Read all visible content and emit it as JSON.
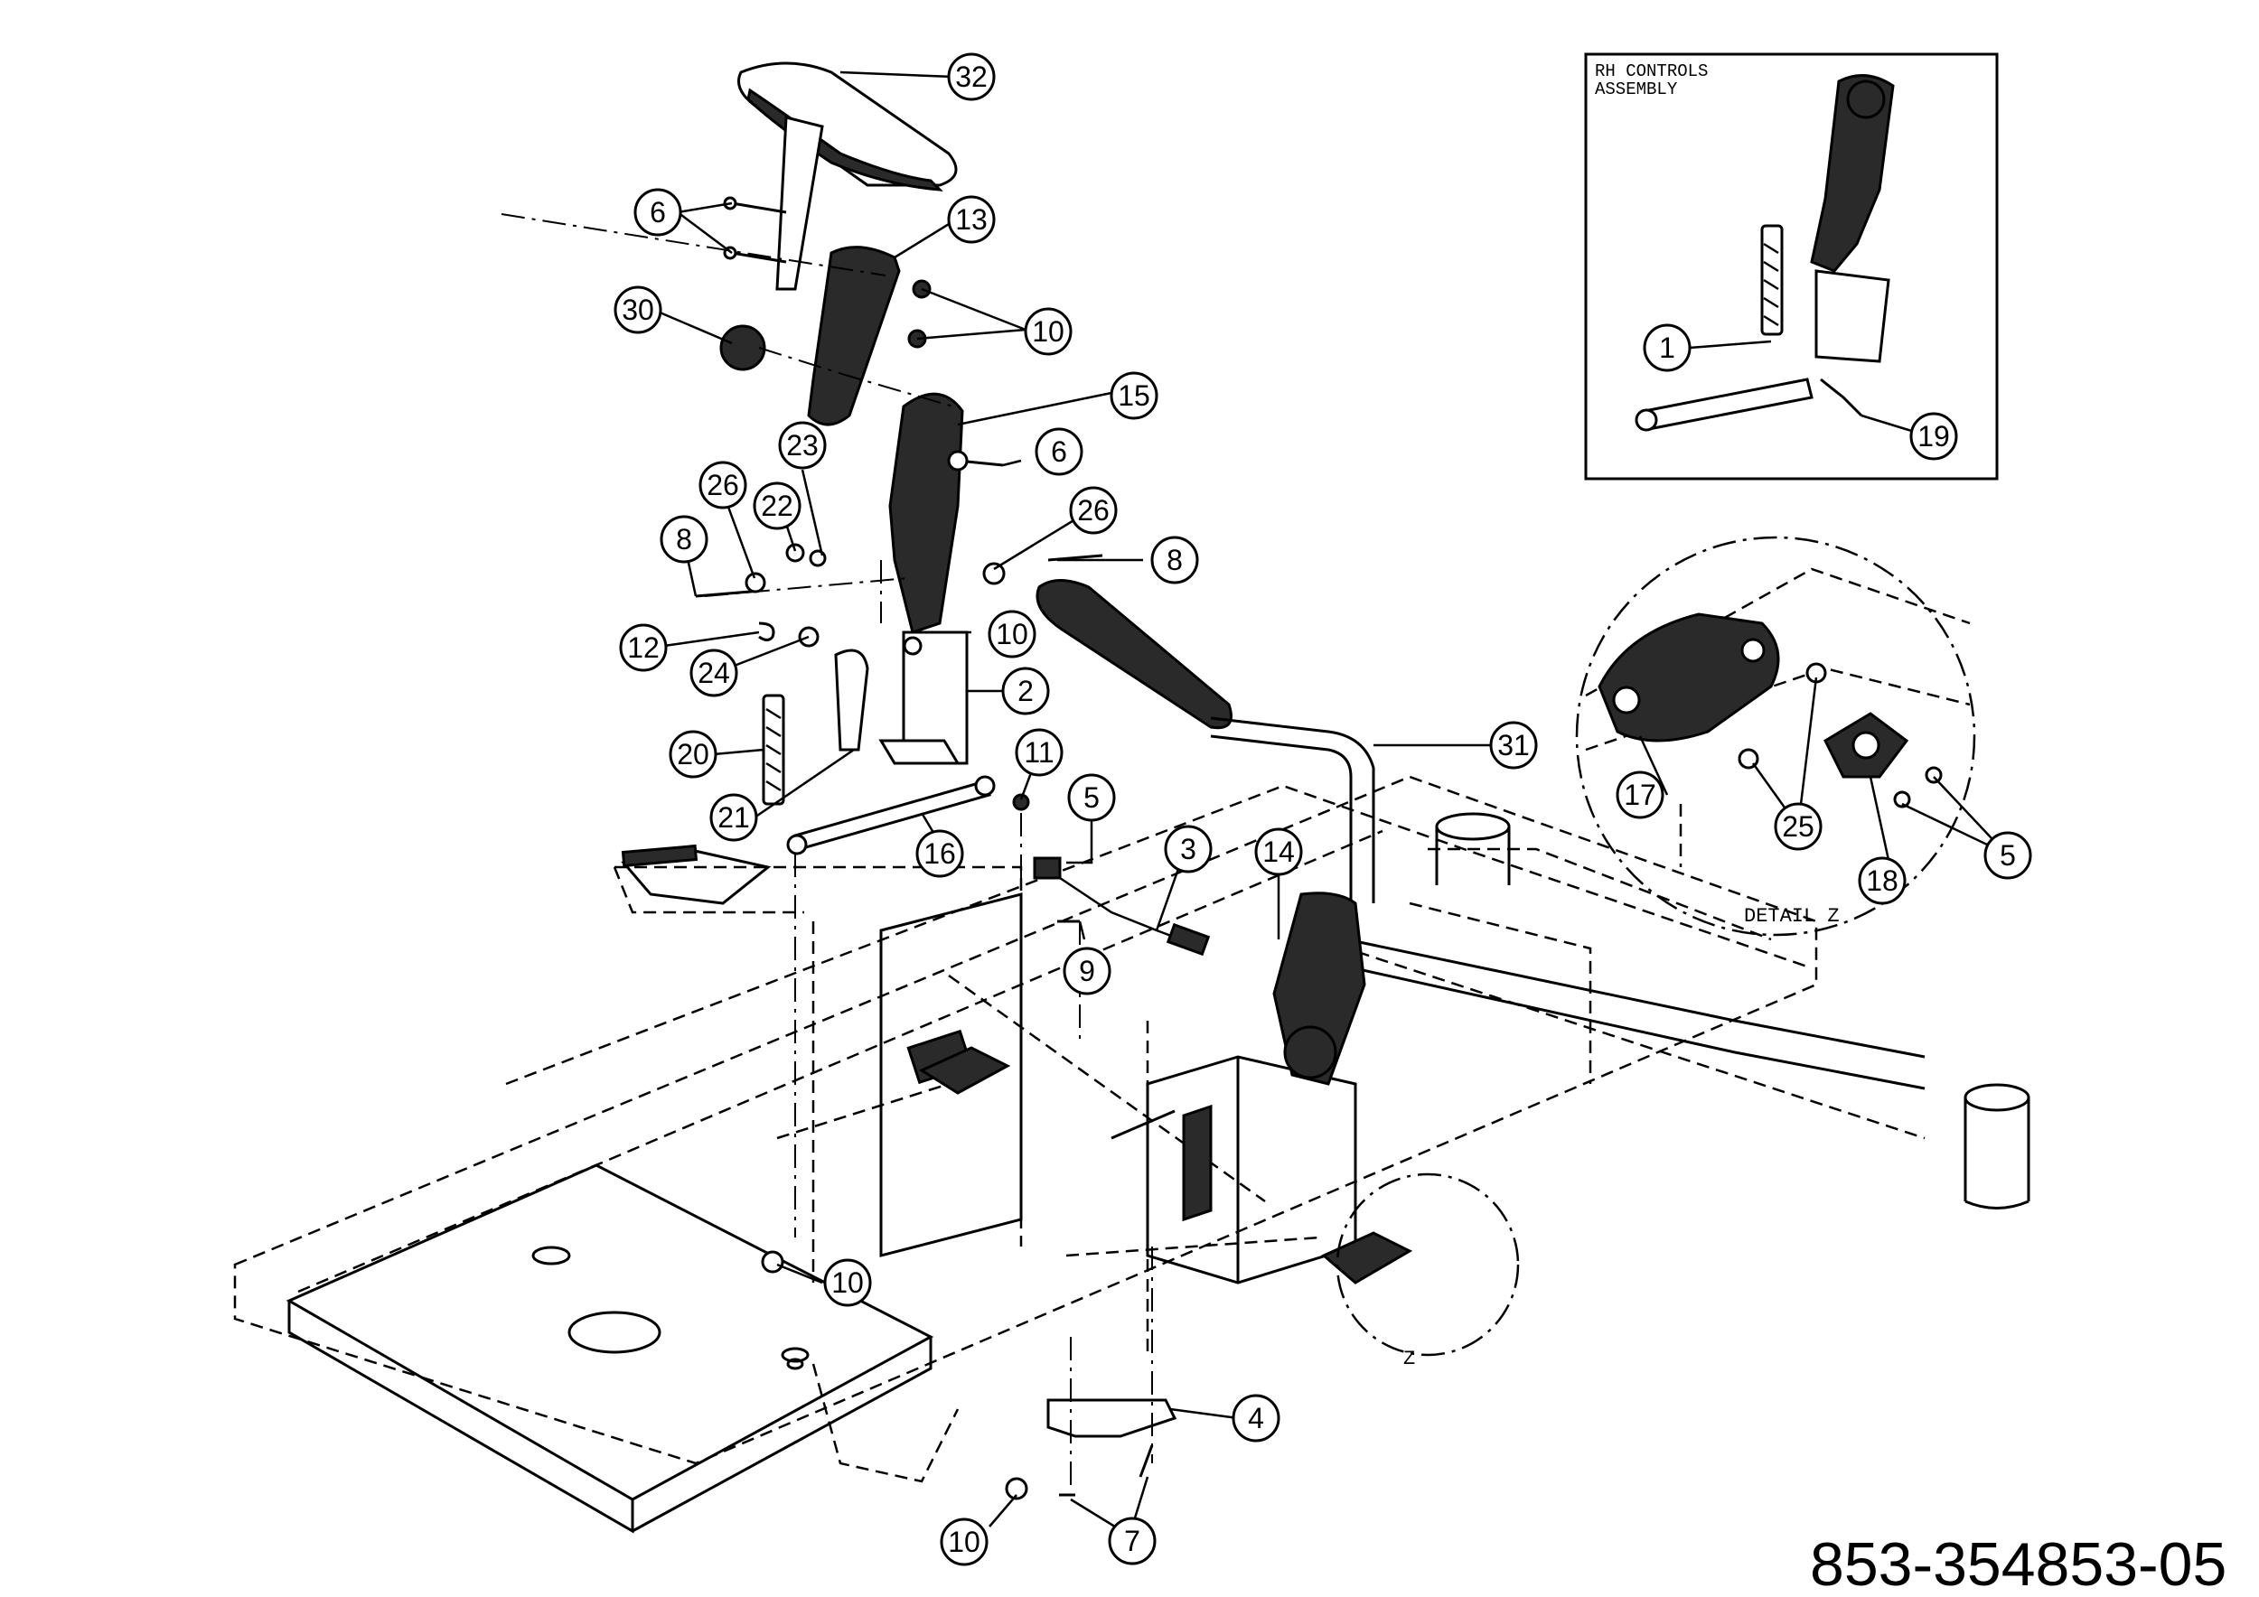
{
  "inset": {
    "title_line1": "RH CONTROLS",
    "title_line2": "ASSEMBLY"
  },
  "detail": {
    "label": "DETAIL Z",
    "view_marker": "Z"
  },
  "document_number": "853-354853-05",
  "callouts": {
    "c32": "32",
    "c6a": "6",
    "c13": "13",
    "c10a": "10",
    "c30": "30",
    "c15": "15",
    "c23": "23",
    "c6b": "6",
    "c26a": "26",
    "c22": "22",
    "c26b": "26",
    "c8a": "8",
    "c8b": "8",
    "c12": "12",
    "c10b": "10",
    "c24": "24",
    "c2": "2",
    "c20": "20",
    "c11": "11",
    "c21": "21",
    "c5a": "5",
    "c3": "3",
    "c16": "16",
    "c31": "31",
    "c14": "14",
    "c9": "9",
    "c10c": "10",
    "c4": "4",
    "c10d": "10",
    "c7": "7",
    "c1": "1",
    "c19": "19",
    "c17": "17",
    "c25": "25",
    "c18": "18",
    "c5b": "5"
  }
}
